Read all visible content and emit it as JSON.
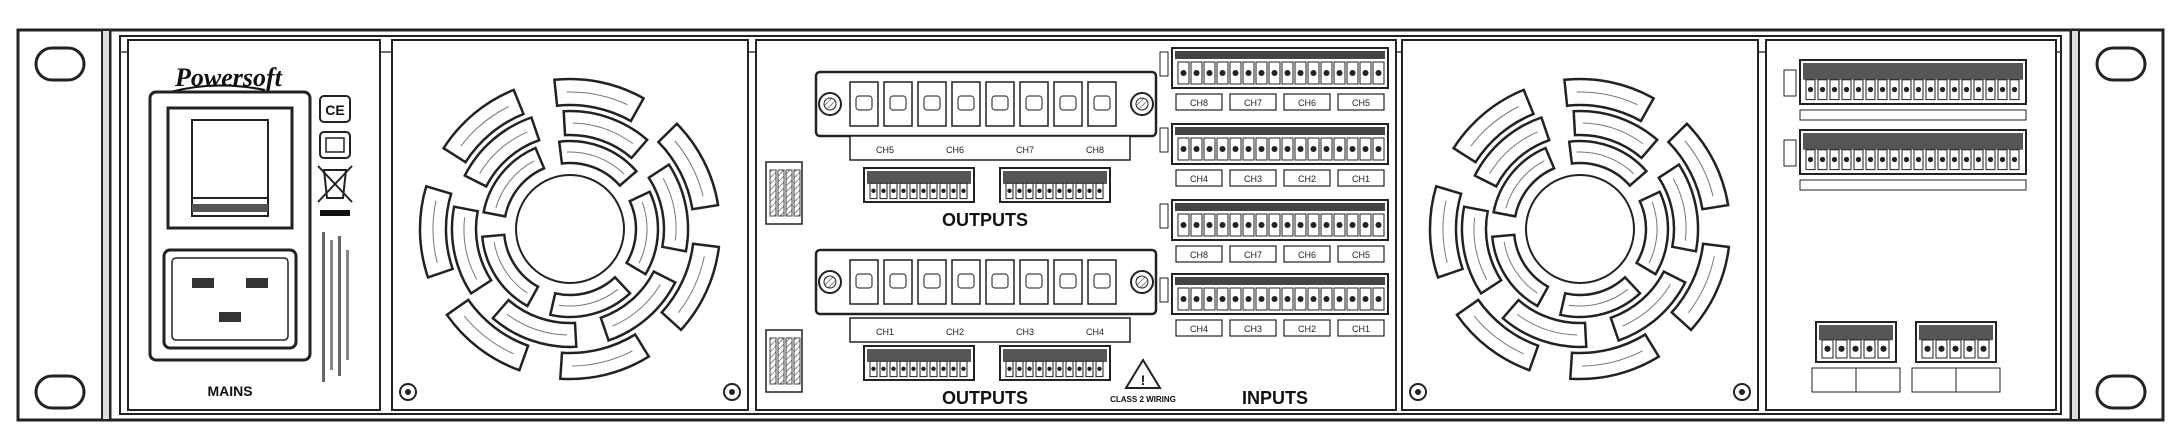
{
  "brand": "Powersoft",
  "labels": {
    "mains": "MAINS",
    "outputs_top": "OUTPUTS",
    "outputs_bottom": "OUTPUTS",
    "inputs": "INPUTS",
    "class2": "CLASS 2 WIRING"
  },
  "output_channels_top": [
    "CH5",
    "CH6",
    "CH7",
    "CH8"
  ],
  "output_channels_bottom": [
    "CH1",
    "CH2",
    "CH3",
    "CH4"
  ],
  "input_groups": [
    [
      "CH8",
      "CH7",
      "CH6",
      "CH5"
    ],
    [
      "CH4",
      "CH3",
      "CH2",
      "CH1"
    ],
    [
      "CH8",
      "CH7",
      "CH6",
      "CH5"
    ],
    [
      "CH4",
      "CH3",
      "CH2",
      "CH1"
    ]
  ],
  "icons": [
    "ce-mark-icon",
    "certification-icon",
    "weee-bin-icon",
    "warning-triangle-icon",
    "cooling-fan-icon",
    "rack-ear-hole-icon"
  ]
}
